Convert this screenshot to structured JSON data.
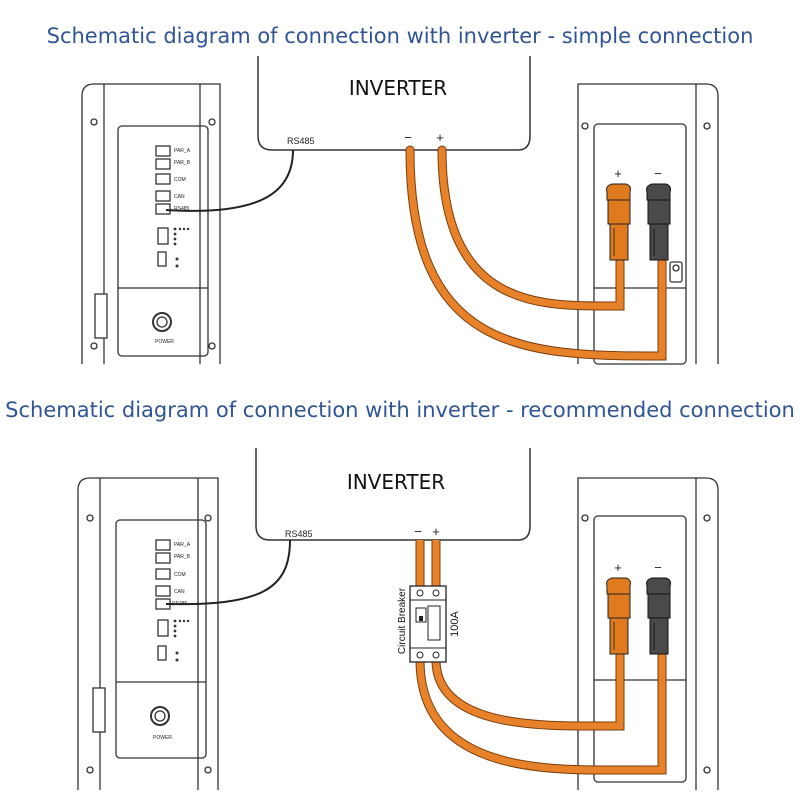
{
  "diagrams": [
    {
      "title": "Schematic diagram of connection with inverter - simple connection",
      "inverter": {
        "label": "INVERTER",
        "rs485": "RS485",
        "minus": "−",
        "plus": "+"
      },
      "battery_ports": {
        "par_a": "PAR_A",
        "par_b": "PAR_B",
        "com": "COM",
        "can": "CAN",
        "rs485": "RS485",
        "power": "POWER"
      },
      "terminals": {
        "plus": "+",
        "minus": "−"
      }
    },
    {
      "title": "Schematic diagram of connection with inverter - recommended connection",
      "inverter": {
        "label": "INVERTER",
        "rs485": "RS485",
        "minus": "−",
        "plus": "+"
      },
      "battery_ports": {
        "par_a": "PAR_A",
        "par_b": "PAR_B",
        "com": "COM",
        "can": "CAN",
        "rs485": "RS485",
        "power": "POWER"
      },
      "terminals": {
        "plus": "+",
        "minus": "−"
      },
      "breaker": {
        "label": "Circuit Breaker",
        "rating": "100A"
      }
    }
  ],
  "colors": {
    "title": "#2f5597",
    "cable": "#e8822a",
    "cable_outline": "#7a3d0c",
    "plus_connector": "#e07a1f",
    "minus_connector": "#4a4a4a"
  }
}
